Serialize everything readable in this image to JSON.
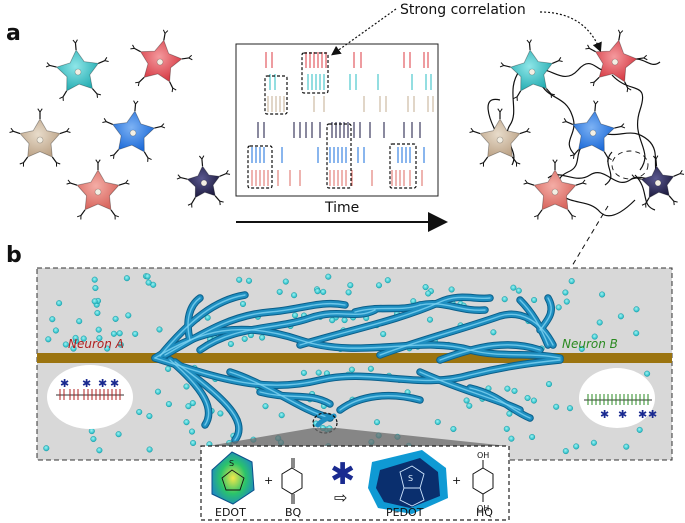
{
  "panels": {
    "a": "a",
    "b": "b"
  },
  "raster": {
    "time_label": "Time",
    "annotation": "Strong correlation"
  },
  "neuron_colors": {
    "teal": "#3cc4c8",
    "red": "#e04a52",
    "tan": "#c8b49a",
    "blue": "#2a7be0",
    "salmon": "#e0776e",
    "navy": "#2a2850"
  },
  "channel": {
    "neuron_a": "Neuron A",
    "neuron_b": "Neuron B",
    "neuron_a_color": "#b02020",
    "neuron_b_color": "#2a8a20",
    "axon_color": "#9b7410",
    "fiber_color": "#1e8ec0"
  },
  "reaction": {
    "labels": [
      "EDOT",
      "BQ",
      "PEDOT",
      "HQ"
    ],
    "plus": "+",
    "arrow": "⇨",
    "star": "✱",
    "atoms": {
      "sulfur": "S",
      "oh": "OH",
      "oxygen": "O"
    }
  }
}
